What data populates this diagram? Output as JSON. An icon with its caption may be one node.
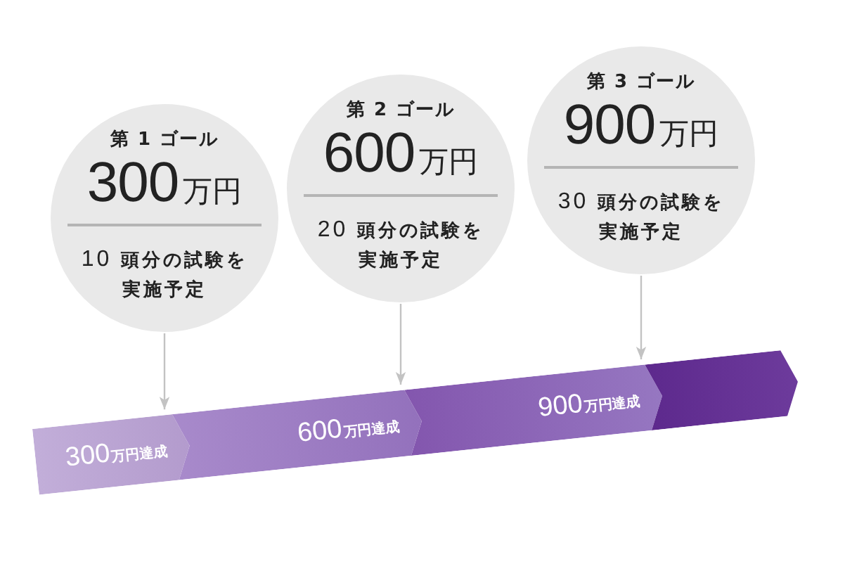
{
  "diagram": {
    "nodes": [
      {
        "text": [
          "第 1 ゴール",
          "300万円",
          "10 頭分の試験を実施予定"
        ]
      },
      {
        "text": [
          "第 2 ゴール",
          "600万円",
          "20 頭分の試験を実施予定"
        ]
      },
      {
        "text": [
          "第 3 ゴール",
          "900万円",
          "30 頭分の試験を実施予定"
        ]
      },
      {
        "text": [
          "300万円達成"
        ]
      },
      {
        "text": [
          "600万円達成"
        ]
      },
      {
        "text": [
          "900万円達成"
        ]
      },
      {
        "text": [],
        "shape": "chevron"
      }
    ],
    "edges": [
      {
        "from": 0,
        "to": 3,
        "arrow": "to"
      },
      {
        "from": 1,
        "to": 4,
        "arrow": "to"
      },
      {
        "from": 2,
        "to": 5,
        "arrow": "to"
      }
    ]
  }
}
